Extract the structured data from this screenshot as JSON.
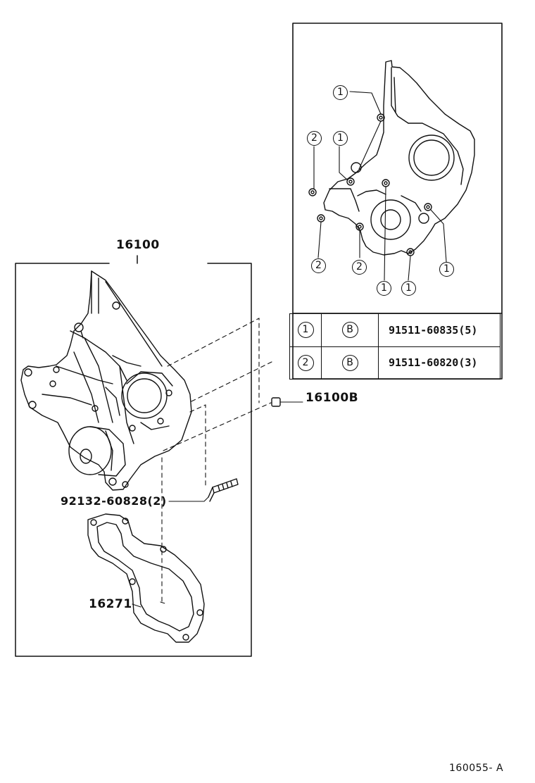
{
  "diagram": {
    "main_part": "16100",
    "plug_part": "16100B",
    "stud_part": "92132-60828(2)",
    "gasket_part": "16271",
    "figure_code": "160055- A"
  },
  "detail_callouts": {
    "bolt_1": "1",
    "bolt_2": "2"
  },
  "legend": {
    "rows": [
      {
        "key": "1",
        "code": "B",
        "part": "91511-60835(5)"
      },
      {
        "key": "2",
        "code": "B",
        "part": "91511-60820(3)"
      }
    ]
  }
}
